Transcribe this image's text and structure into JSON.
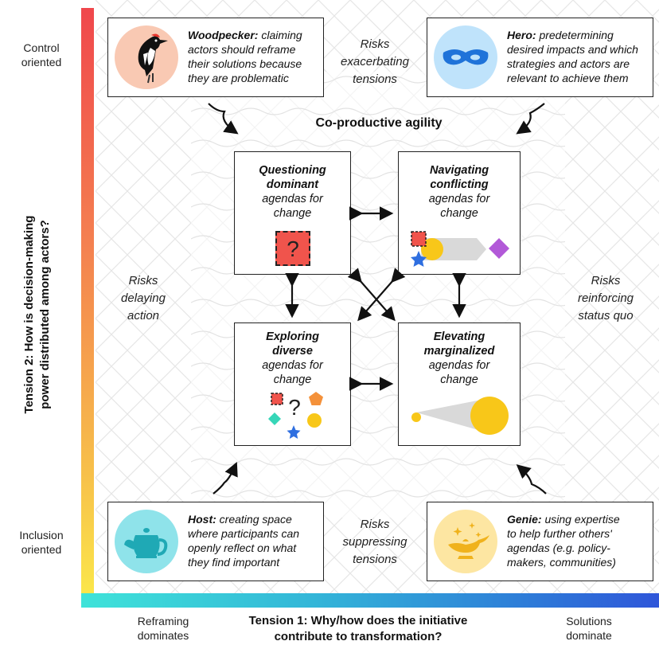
{
  "axes": {
    "y_title_line1": "Tension 2: How is decision-making",
    "y_title_line2": "power distributed among actors?",
    "y_top_label": [
      "Control",
      "oriented"
    ],
    "y_bottom_label": [
      "Inclusion",
      "oriented"
    ],
    "x_title_line1": "Tension 1: Why/how does the initiative",
    "x_title_line2": "contribute to transformation?",
    "x_left_label": [
      "Reframing",
      "dominates"
    ],
    "x_right_label": [
      "Solutions",
      "dominate"
    ]
  },
  "center_title": "Co-productive agility",
  "roles": {
    "woodpecker": {
      "name": "Woodpecker:",
      "desc_lines": [
        " claiming",
        "actors should reframe",
        "their solutions because",
        "they are problematic"
      ]
    },
    "hero": {
      "name": "Hero:",
      "desc_lines": [
        " predetermining",
        "desired impacts and which",
        "strategies and actors are",
        "relevant to achieve them"
      ]
    },
    "host": {
      "name": "Host:",
      "desc_lines": [
        " creating space",
        "where participants can",
        "openly reflect on what",
        "they find important"
      ]
    },
    "genie": {
      "name": "Genie:",
      "desc_lines": [
        " using expertise",
        "to help further others'",
        "agendas (e.g. policy-",
        "makers, communities)"
      ]
    }
  },
  "risks": {
    "top": [
      "Risks",
      "exacerbating",
      "tensions"
    ],
    "left": [
      "Risks",
      "delaying",
      "action"
    ],
    "right": [
      "Risks",
      "reinforcing",
      "status quo"
    ],
    "bottom": [
      "Risks",
      "suppressing",
      "tensions"
    ]
  },
  "quadrants": {
    "questioning": {
      "title": [
        "Questioning",
        "dominant"
      ],
      "sub": [
        "agendas for",
        "change"
      ]
    },
    "navigating": {
      "title": [
        "Navigating",
        "conflicting"
      ],
      "sub": [
        "agendas for",
        "change"
      ]
    },
    "exploring": {
      "title": [
        "Exploring",
        "diverse"
      ],
      "sub": [
        "agendas for",
        "change"
      ]
    },
    "elevating": {
      "title": [
        "Elevating",
        "marginalized"
      ],
      "sub": [
        "agendas for",
        "change"
      ]
    }
  },
  "glyphs": {
    "question_mark": "?"
  },
  "colors": {
    "red": "#f0544c",
    "yellow": "#f8c719",
    "orange": "#f4913a",
    "blue": "#2f6fe0",
    "purple": "#b259d8",
    "teal": "#36d6b8",
    "woodpecker_bg": "#f9c9b3",
    "hero_bg": "#bfe3fb",
    "host_bg": "#8fe3ea",
    "genie_bg": "#fde6a2"
  }
}
